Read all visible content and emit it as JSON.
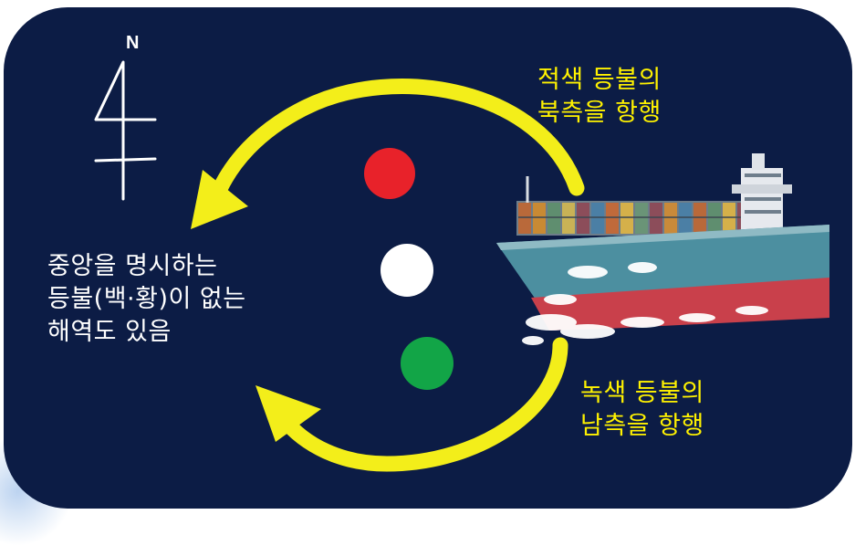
{
  "compass": {
    "label": "N"
  },
  "note": {
    "lines": [
      "중앙을 명시하는",
      "등불(백·황)이 없는",
      "해역도 있음"
    ],
    "color": "#ffffff"
  },
  "red_route": {
    "lines": [
      "적색 등불의",
      "북측을 항행"
    ],
    "color": "#fff200"
  },
  "green_route": {
    "lines": [
      "녹색 등불의",
      "남측을 항행"
    ],
    "color": "#fff200"
  },
  "lights": [
    {
      "name": "red-light",
      "color": "#e8222a"
    },
    {
      "name": "white-light",
      "color": "#ffffff"
    },
    {
      "name": "green-light",
      "color": "#12a547"
    }
  ],
  "colors": {
    "background": "#0c1c45",
    "arrow": "#f3ee1a",
    "hull": "#4c8fa0",
    "hull_bottom": "#c9404b"
  }
}
